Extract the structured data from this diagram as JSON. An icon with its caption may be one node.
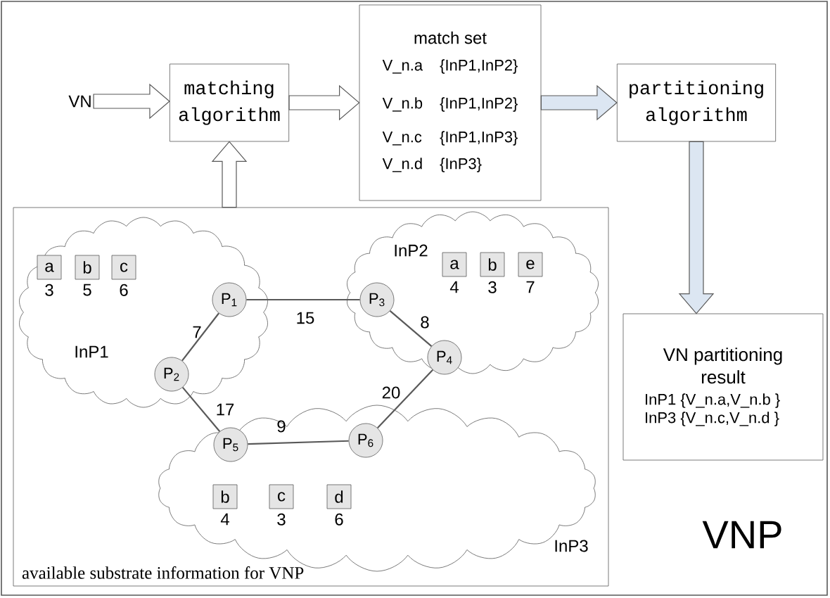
{
  "diagram": {
    "nodes": [
      {
        "text": [
          "VN"
        ]
      },
      {
        "text": [
          "matching algorithm"
        ]
      },
      {
        "text": [
          "match set",
          "V_n.a",
          "{InP1,InP2}",
          "V_n.b",
          "{InP1,InP2}",
          "V_n.c",
          "{InP1,InP3}",
          "V_n.d",
          "{InP3}"
        ]
      },
      {
        "text": [
          "partitioning algorithm"
        ]
      },
      {
        "text": [
          "VN partitioning result",
          "InP1 {V_n.a,V_n.b }",
          "InP3 {V_n.c,V_n.d }"
        ]
      },
      {
        "text": [
          "available substrate information for VNP"
        ]
      },
      {
        "text": [
          "InP1"
        ],
        "in": 5
      },
      {
        "text": [
          "InP2"
        ],
        "in": 5
      },
      {
        "text": [
          "InP3"
        ],
        "in": 5
      },
      {
        "text": [
          "a"
        ],
        "in": 6,
        "beside": [
          "3"
        ]
      },
      {
        "text": [
          "b"
        ],
        "in": 6,
        "beside": [
          "5"
        ]
      },
      {
        "text": [
          "c"
        ],
        "in": 6,
        "beside": [
          "6"
        ]
      },
      {
        "text": [
          "a"
        ],
        "in": 7,
        "beside": [
          "4"
        ]
      },
      {
        "text": [
          "b"
        ],
        "in": 7,
        "beside": [
          "3"
        ]
      },
      {
        "text": [
          "e"
        ],
        "in": 7,
        "beside": [
          "7"
        ]
      },
      {
        "text": [
          "b"
        ],
        "in": 8,
        "beside": [
          "4"
        ]
      },
      {
        "text": [
          "c"
        ],
        "in": 8,
        "beside": [
          "3"
        ]
      },
      {
        "text": [
          "d"
        ],
        "in": 8,
        "beside": [
          "6"
        ]
      },
      {
        "text": [
          "P$_{1}$"
        ],
        "in": 6
      },
      {
        "text": [
          "P$_{2}$"
        ],
        "in": 6
      },
      {
        "text": [
          "P$_{3}$"
        ],
        "in": 7
      },
      {
        "text": [
          "P$_{4}$"
        ],
        "in": 7
      },
      {
        "text": [
          "P$_{5}$"
        ],
        "in": 8
      },
      {
        "text": [
          "P$_{6}$"
        ],
        "in": 8
      }
    ],
    "edges": [
      {
        "from": 0,
        "to": 1,
        "arrow": "to",
        "style": "thick"
      },
      {
        "from": 1,
        "to": 2,
        "arrow": "to",
        "style": "thick"
      },
      {
        "from": 2,
        "to": 3,
        "arrow": "to",
        "style": "thick",
        "color": "#dce6f2"
      },
      {
        "from": 3,
        "to": 4,
        "arrow": "to",
        "style": "thick",
        "color": "#dce6f2"
      },
      {
        "from": 5,
        "to": 1,
        "arrow": "to",
        "style": "thick"
      },
      {
        "from": 18,
        "to": 19,
        "arrow": "none",
        "label": "7"
      },
      {
        "from": 18,
        "to": 20,
        "arrow": "none",
        "label": "15"
      },
      {
        "from": 20,
        "to": 21,
        "arrow": "none",
        "label": "8"
      },
      {
        "from": 19,
        "to": 22,
        "arrow": "none",
        "label": "17"
      },
      {
        "from": 22,
        "to": 23,
        "arrow": "none",
        "label": "9"
      },
      {
        "from": 23,
        "to": 21,
        "arrow": "none",
        "label": "20"
      }
    ],
    "labels": [
      "VNP"
    ]
  }
}
